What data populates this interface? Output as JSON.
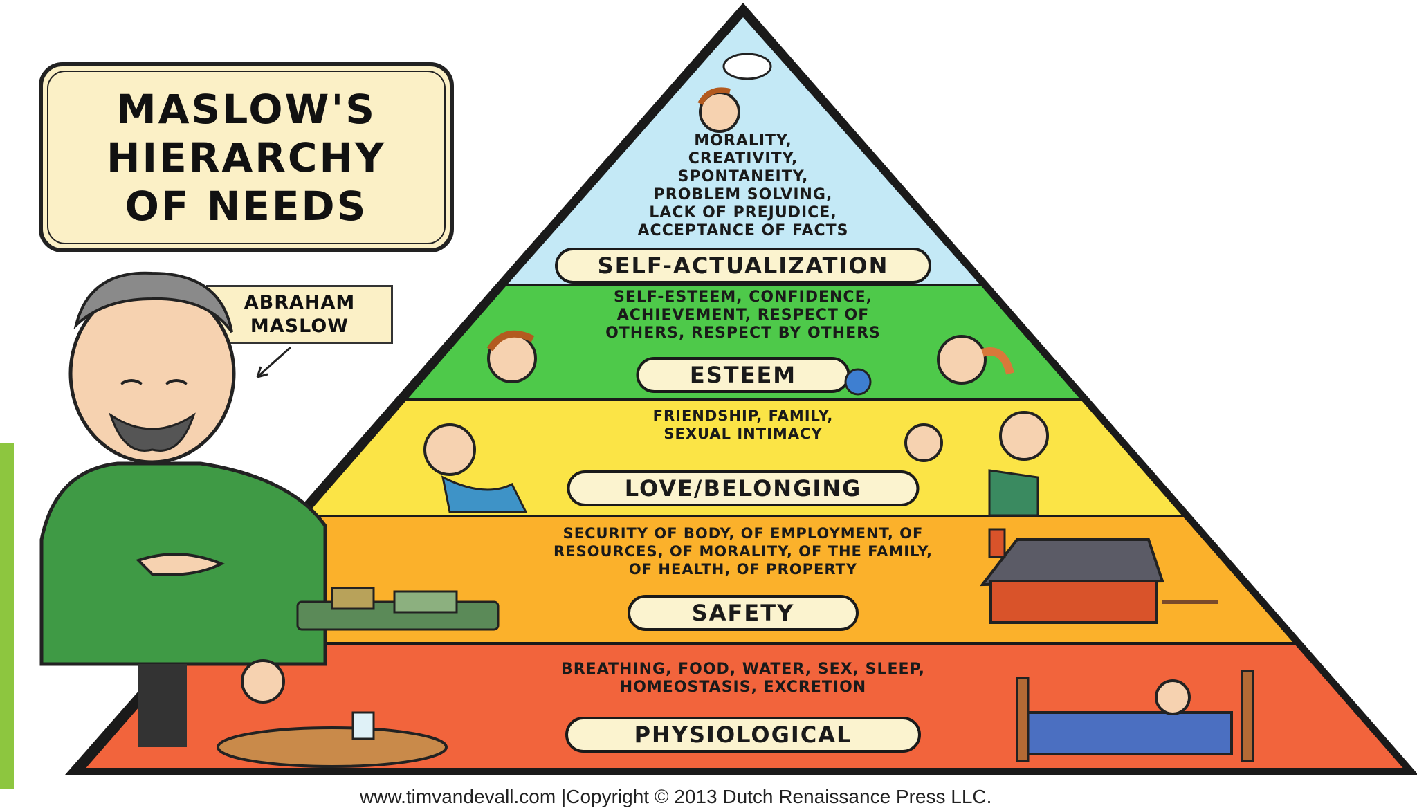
{
  "title": "MASLOW'S\nHIERARCHY\nOF NEEDS",
  "person_label": "ABRAHAM\nMASLOW",
  "levels": [
    {
      "name": "SELF-ACTUALIZATION",
      "description": [
        "MORALITY,",
        "CREATIVITY,",
        "SPONTANEITY,",
        "PROBLEM SOLVING,",
        "LACK OF PREJUDICE,",
        "ACCEPTANCE OF FACTS"
      ],
      "color": "#c4e9f6"
    },
    {
      "name": "ESTEEM",
      "description": [
        "SELF-ESTEEM, CONFIDENCE,",
        "ACHIEVEMENT, RESPECT OF",
        "OTHERS, RESPECT BY OTHERS"
      ],
      "color": "#4ec94a"
    },
    {
      "name": "LOVE/BELONGING",
      "description": [
        "FRIENDSHIP, FAMILY,",
        "SEXUAL INTIMACY"
      ],
      "color": "#fbe446"
    },
    {
      "name": "SAFETY",
      "description": [
        "SECURITY OF BODY, OF EMPLOYMENT, OF",
        "RESOURCES, OF MORALITY, OF THE FAMILY,",
        "OF HEALTH, OF PROPERTY"
      ],
      "color": "#fbb12b"
    },
    {
      "name": "PHYSIOLOGICAL",
      "description": [
        "BREATHING, FOOD, WATER, SEX, SLEEP,",
        "HOMEOSTASIS, EXCRETION"
      ],
      "color": "#f2643c"
    }
  ],
  "footer": "www.timvandevall.com |Copyright © 2013 Dutch Renaissance Press LLC.",
  "colors": {
    "outline": "#1a1a1a",
    "label_fill": "#fbf3cf",
    "accent_bar": "#8dc63f"
  }
}
